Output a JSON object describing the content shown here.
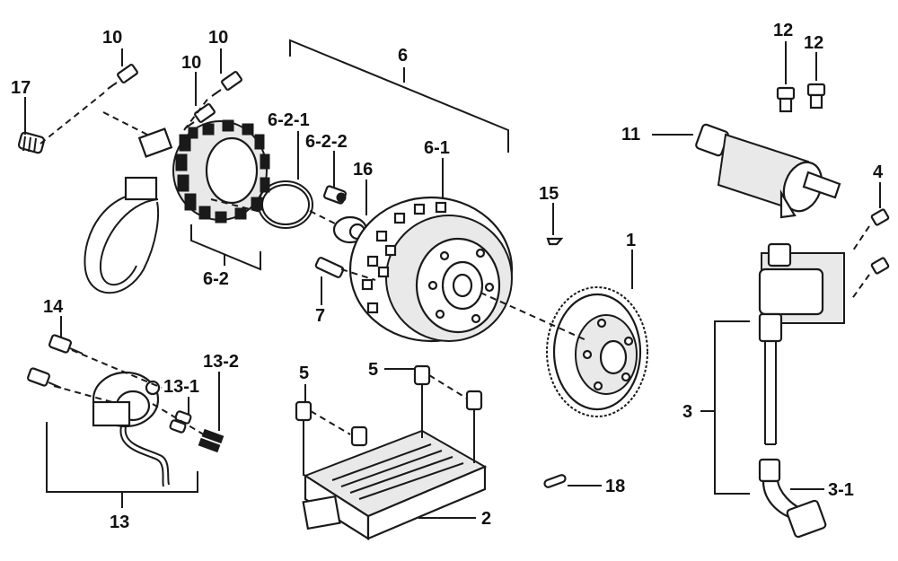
{
  "labels": {
    "l1": "1",
    "l2": "2",
    "l3": "3",
    "l3_1": "3-1",
    "l4": "4",
    "l5a": "5",
    "l5b": "5",
    "l6": "6",
    "l6_1": "6-1",
    "l6_2": "6-2",
    "l6_2_1": "6-2-1",
    "l6_2_2": "6-2-2",
    "l7": "7",
    "l10a": "10",
    "l10b": "10",
    "l10c": "10",
    "l11": "11",
    "l12a": "12",
    "l12b": "12",
    "l13": "13",
    "l13_1": "13-1",
    "l13_2": "13-2",
    "l14": "14",
    "l15": "15",
    "l16": "16",
    "l17": "17",
    "l18": "18"
  },
  "colors": {
    "line": "#1a1a1a",
    "background": "#ffffff"
  }
}
